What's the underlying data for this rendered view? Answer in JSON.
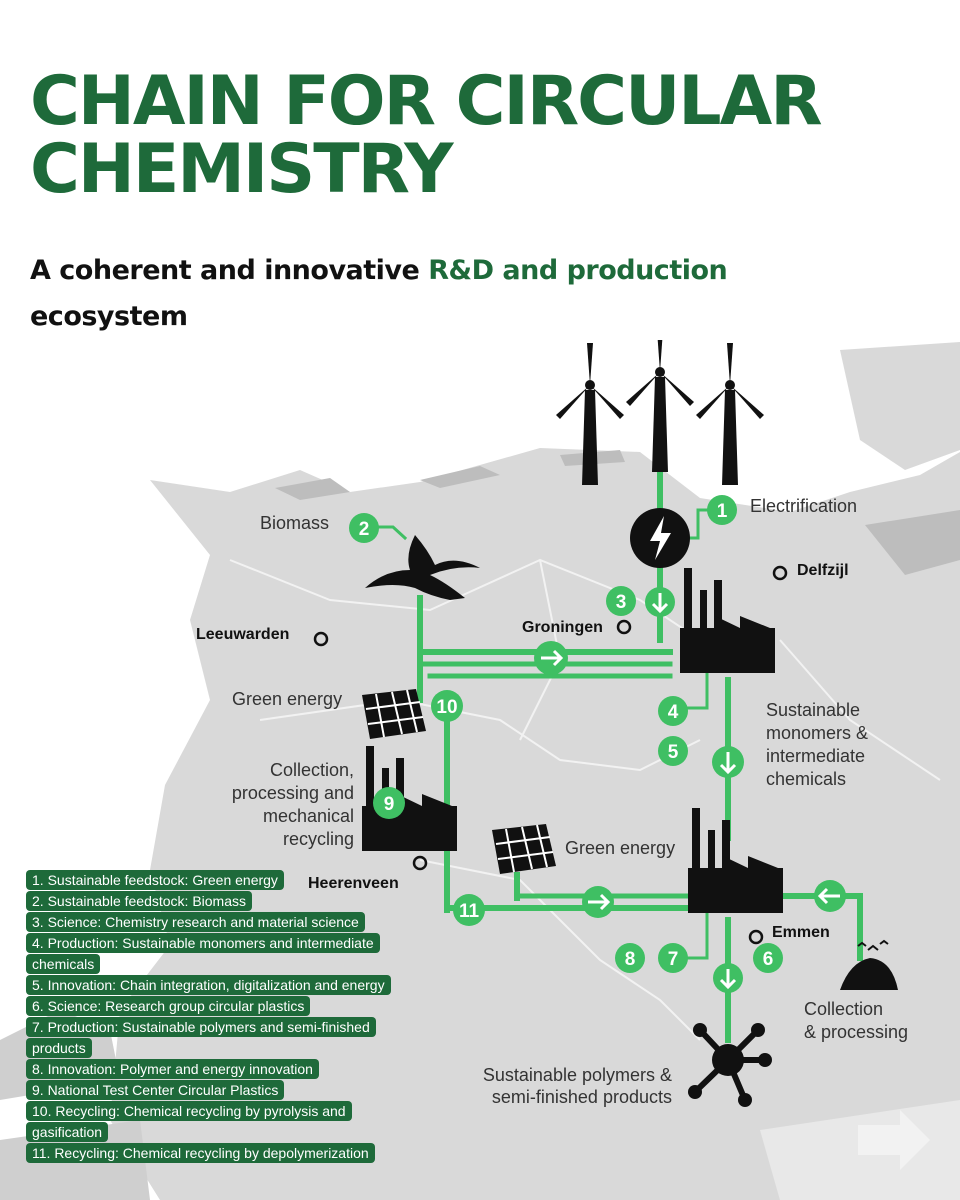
{
  "title": {
    "line1": "CHAIN FOR CIRCULAR",
    "line2": "CHEMISTRY"
  },
  "subtitle": {
    "prefix": "A coherent and innovative ",
    "highlight": "R&D and production",
    "suffix": "ecosystem"
  },
  "colors": {
    "brand_green": "#1e6a3a",
    "line_green": "#3fbf63",
    "land_grey": "#d8d8d8",
    "sea_white": "#f3f3f3"
  },
  "labels": {
    "electrification": "Electrification",
    "biomass": "Biomass",
    "green_energy_left": "Green energy",
    "green_energy_mid": "Green energy",
    "collection_processing_mech": [
      "Collection,",
      "processing and",
      "mechanical",
      "recycling"
    ],
    "sustainable_monomers": [
      "Sustainable",
      "monomers &",
      "intermediate",
      "chemicals"
    ],
    "collection_processing": [
      "Collection",
      "& processing"
    ],
    "sustainable_polymers": [
      "Sustainable polymers &",
      "semi-finished products"
    ]
  },
  "cities": {
    "leeuwarden": "Leeuwarden",
    "groningen": "Groningen",
    "delfzijl": "Delfzijl",
    "heerenveen": "Heerenveen",
    "emmen": "Emmen"
  },
  "markers": {
    "m1": "1",
    "m2": "2",
    "m3": "3",
    "m4": "4",
    "m5": "5",
    "m6": "6",
    "m7": "7",
    "m8": "8",
    "m9": "9",
    "m10": "10",
    "m11": "11"
  },
  "legend": [
    "1. Sustainable feedstock: Green energy",
    "2. Sustainable feedstock: Biomass",
    "3. Science: Chemistry research and material science",
    "4. Production: Sustainable monomers and intermediate chemicals",
    "5. Innovation: Chain integration, digitalization and energy",
    "6. Science: Research group circular plastics",
    "7. Production: Sustainable polymers and semi-finished products",
    "8. Innovation: Polymer and energy innovation",
    "9. National Test Center Circular Plastics",
    "10. Recycling: Chemical recycling by pyrolysis and gasification",
    "11. Recycling: Chemical recycling by depolymerization"
  ],
  "icons": [
    "wind-turbine-icon",
    "lightning-bolt-icon",
    "banana-peel-icon",
    "solar-panel-icon",
    "factory-icon",
    "waste-pile-icon",
    "molecule-icon",
    "arrow-icon"
  ]
}
